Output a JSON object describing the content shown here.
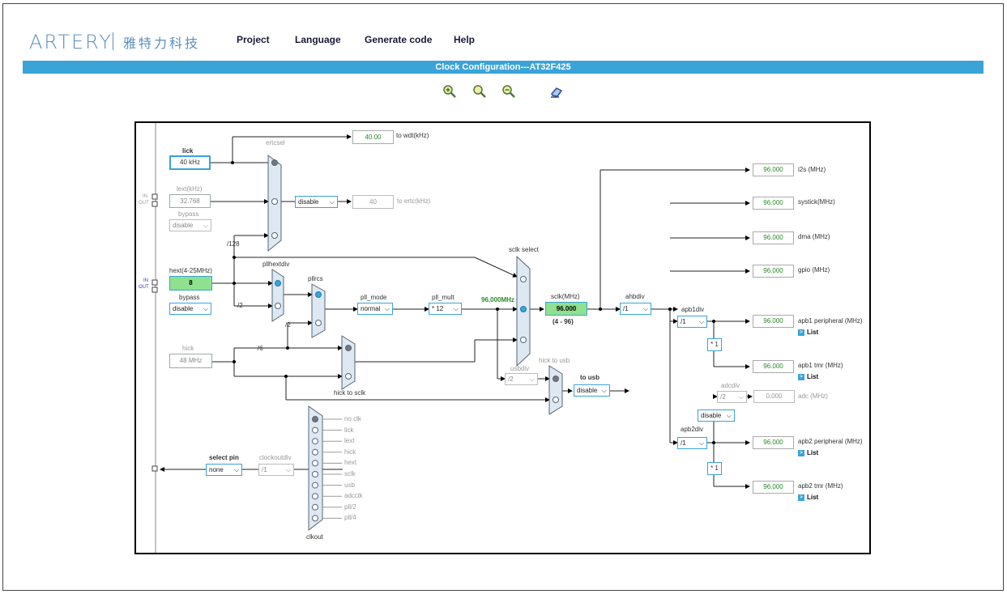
{
  "header": {
    "logo_text": "ARTERY",
    "logo_cn": "雅特力科技",
    "nav": [
      "Project",
      "Language",
      "Generate code",
      "Help"
    ],
    "title": "Clock Configuration---AT32F425"
  },
  "toolbar": {
    "icons": [
      "zoom-in-icon",
      "zoom-reset-icon",
      "zoom-out-icon",
      "eraser-icon"
    ]
  },
  "diagram": {
    "lick": {
      "label": "lick",
      "value": "40 kHz"
    },
    "lext": {
      "label": "lext(kHz)",
      "value": "32.768",
      "bypass_label": "bypass",
      "bypass_value": "disable"
    },
    "hext": {
      "label": "hext(4-25MHz)",
      "value": "8",
      "bypass_label": "bypass",
      "bypass_value": "disable"
    },
    "hick": {
      "label": "hick",
      "value": "48 MHz"
    },
    "in_label": "IN",
    "out_label": "OUT",
    "wdt": {
      "value": "40.00",
      "label": "to wdt(kHz)"
    },
    "ertc": {
      "mux_label": "ertcsel",
      "select": "disable",
      "value": "40",
      "label": "to ertc(kHz)"
    },
    "div128": "/128",
    "pllhextdiv": {
      "label": "pllhextdiv",
      "div2": "/2"
    },
    "pllrcs": {
      "label": "pllrcs",
      "div2": "/2"
    },
    "hickdiv6": "/6",
    "hick_to_sclk": "hick to sclk",
    "pll_mode": {
      "label": "pll_mode",
      "value": "normal"
    },
    "pll_mult": {
      "label": "pll_mult",
      "value": "* 12"
    },
    "pll_out": "96.000MHz",
    "sclk_select": "sclk select",
    "sclk": {
      "label": "sclk(MHz)",
      "value": "96.000",
      "range": "(4 - 96)"
    },
    "usbdiv": {
      "label": "usbdiv",
      "value": "/2"
    },
    "hick_to_usb": "hick to usb",
    "to_usb": {
      "label": "to usb",
      "value": "disable"
    },
    "ahbdiv": {
      "label": "ahbdiv",
      "value": "/1"
    },
    "apb1div": {
      "label": "apb1div",
      "value": "/1",
      "mult": "* 1"
    },
    "apb2div": {
      "label": "apb2div",
      "value": "/1",
      "mult": "* 1"
    },
    "adcdiv": {
      "label": "adcdiv",
      "value": "/2",
      "select": "disable",
      "out": "0.000",
      "out_label": "adc (MHz)"
    },
    "outputs": {
      "i2s": {
        "value": "96.000",
        "label": "i2s (MHz)"
      },
      "systick": {
        "value": "96.000",
        "label": "systick(MHz)"
      },
      "dma": {
        "value": "96.000",
        "label": "dma (MHz)"
      },
      "gpio": {
        "value": "96.000",
        "label": "gpio (MHz)"
      },
      "apb1p": {
        "value": "96.000",
        "label": "apb1 peripheral (MHz)"
      },
      "apb1t": {
        "value": "96.000",
        "label": "apb1 tmr (MHz)"
      },
      "apb2p": {
        "value": "96.000",
        "label": "apb2 peripheral (MHz)"
      },
      "apb2t": {
        "value": "96.000",
        "label": "apb2 tmr (MHz)"
      }
    },
    "list_label": "List",
    "select_pin": {
      "label": "select pin",
      "value": "none"
    },
    "clockoutdiv": {
      "label": "clockoutdiv",
      "value": "/1"
    },
    "clkout": {
      "label": "clkout",
      "options": [
        "no clk",
        "lick",
        "lext",
        "hick",
        "hext",
        "sclk",
        "usb",
        "adcclk",
        "pll/2",
        "pll/4"
      ]
    }
  },
  "colors": {
    "accent": "#3aa3d8",
    "green_fill": "#8fe08f",
    "mux_fill": "#dde8f3",
    "value_green": "#2a8a2a"
  }
}
